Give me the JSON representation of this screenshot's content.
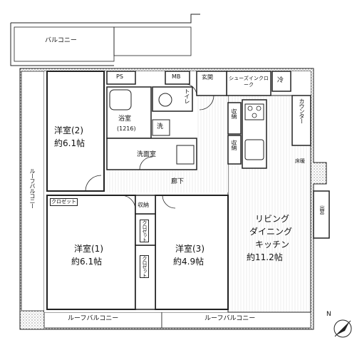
{
  "floorplan": {
    "rooms": {
      "western1": {
        "name": "洋室(1)",
        "size": "約6.1帖"
      },
      "western2": {
        "name": "洋室(2)",
        "size": "約6.1帖"
      },
      "western3": {
        "name": "洋室(3)",
        "size": "約4.9帖"
      },
      "ldk": {
        "line1": "リビング",
        "line2": "ダイニング",
        "line3": "キッチン",
        "size": "約11.2帖"
      },
      "bath": {
        "name": "浴室",
        "size": "(1216)"
      },
      "washroom": "洗面室",
      "toilet": "トイレ",
      "hall": "廊下",
      "entrance": "玄関",
      "shoe_cloak": "シューズインクローク",
      "balcony": "バルコニー",
      "roof_balcony_left": "ルーフバルコニー",
      "roof_balcony_bottom_left": "ルーフバルコニー",
      "roof_balcony_bottom_right": "ルーフバルコニー"
    },
    "storage": {
      "closet_w2": "クロゼット",
      "closet_w3": "クロゼット",
      "closet_w1": "クロゼット",
      "shunou_top": "収納",
      "shunou_mid": "収納",
      "shunou_hall": "収納"
    },
    "labels": {
      "ps": "PS",
      "mb": "MB",
      "refrigerator": "冷",
      "counter": "カウンター",
      "window": "出窓",
      "washer": "洗",
      "heater": "床暖"
    },
    "compass": "N"
  }
}
